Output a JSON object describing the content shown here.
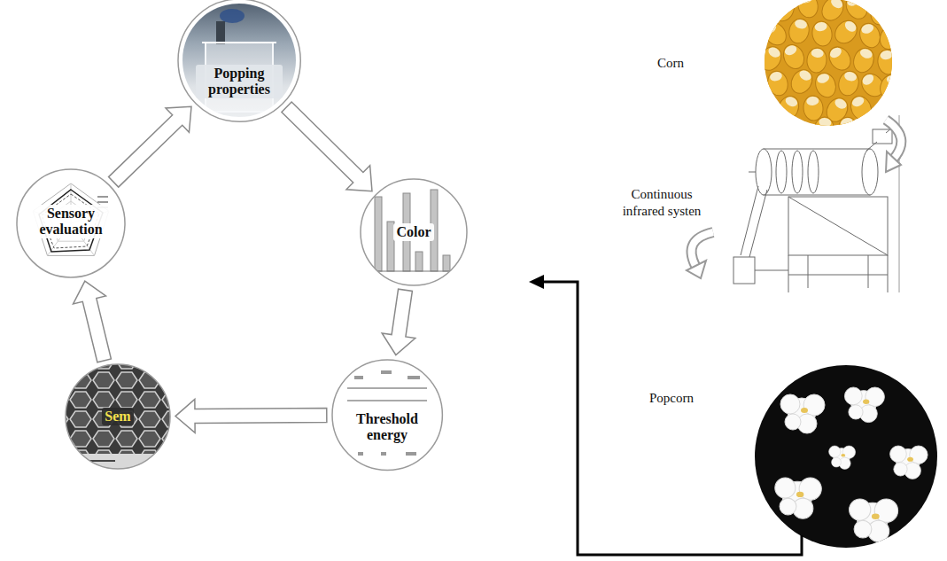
{
  "diagram": {
    "nodes": [
      {
        "text": [
          "Popping properties"
        ]
      },
      {
        "text": [
          "Color"
        ]
      },
      {
        "text": [
          "Threshold energy"
        ]
      },
      {
        "text": [
          "Sem"
        ]
      },
      {
        "text": [
          "Sensory evaluation"
        ]
      }
    ],
    "edges": [
      {
        "from": 0,
        "to": 1,
        "arrow": "to"
      },
      {
        "from": 1,
        "to": 2,
        "arrow": "to"
      },
      {
        "from": 2,
        "to": 3,
        "arrow": "to"
      },
      {
        "from": 3,
        "to": 4,
        "arrow": "to"
      },
      {
        "from": 4,
        "to": 0,
        "arrow": "to"
      }
    ],
    "labels": [
      "Corn",
      "Continuous infrared systen",
      "Popcorn"
    ]
  }
}
